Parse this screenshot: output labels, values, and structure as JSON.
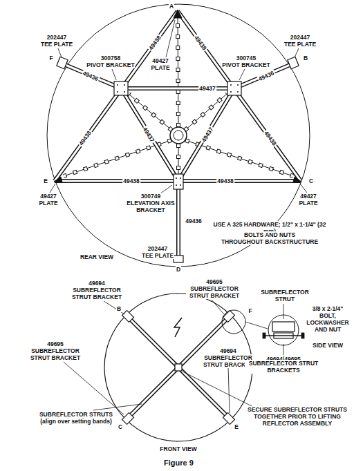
{
  "diagram": {
    "caption": "Figure 9",
    "labels": [
      "A",
      "202447",
      "TEE PLATE",
      "202447",
      "TEE PLATE",
      "300758",
      "PIVOT BRACKET",
      "300745",
      "PIVOT BRACKET",
      "49427",
      "PLATE",
      "49438",
      "49438",
      "49436",
      "49436",
      "49437",
      "49437",
      "49437",
      "49438",
      "49438",
      "49438",
      "49438",
      "F",
      "B",
      "E",
      "C",
      "D",
      "49427",
      "PLATE",
      "49427",
      "PLATE",
      "300749",
      "ELEVATION AXIS",
      "BRACKET",
      "49436",
      "202447",
      "TEE PLATE",
      "USE A 325 HARDWARE; 1/2\" x 1-1/4\" (32 mm)",
      "BOLTS AND NUTS",
      "THROUGHOUT BACKSTRUCTURE",
      "REAR VIEW",
      "49694",
      "SUBREFLECTOR STRUT BRACKET",
      "49695",
      "SUBREFLECTOR STRUT BRACKET",
      "B",
      "49695",
      "SUBREFLECTOR STRUT BRACKET",
      "49694",
      "SUBREFLECTOR STRUT BRACKET",
      "C",
      "E",
      "F",
      "SUBREFLECTOR STRUTS",
      "(align over setting bands)",
      "SECURE SUBREFLECTOR STRUTS TOGETHER PRIOR TO LIFTING REFLECTOR ASSEMBLY",
      "FRONT VIEW",
      "SUBREFLECTOR STRUT",
      "3/8 x 2-1/4\" BOLT, LOCKWASHER AND NUT",
      "SIDE VIEW",
      "49694/49695",
      "SUBREFLECTOR STRUT BRACKETS"
    ]
  }
}
